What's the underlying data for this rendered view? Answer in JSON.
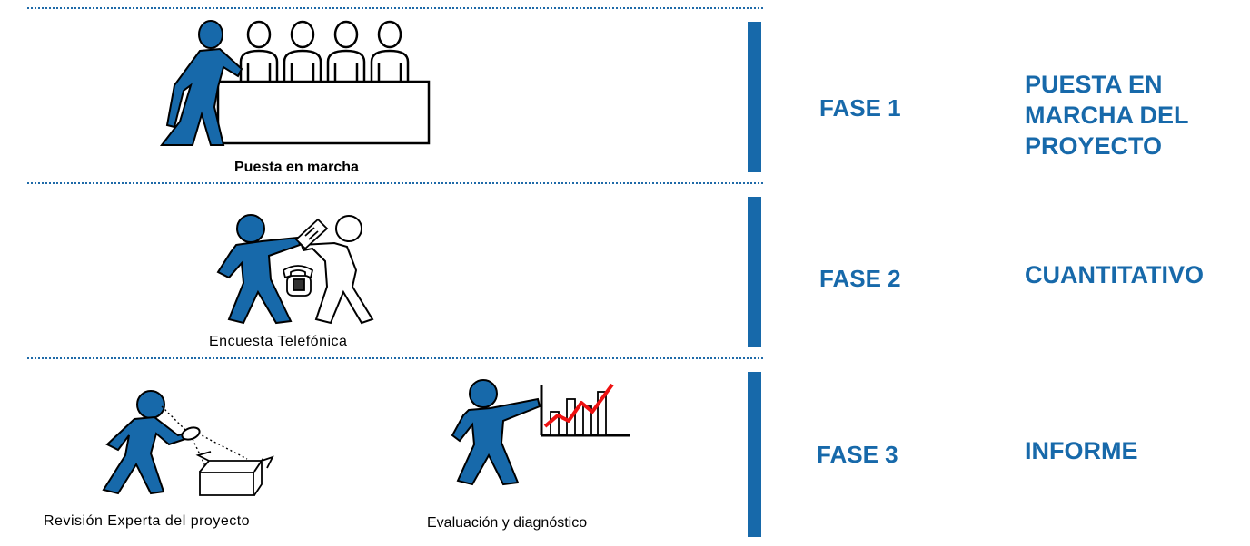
{
  "phases": [
    {
      "phase_label": "FASE 1",
      "title_lines": [
        "PUESTA EN",
        "MARCHA DEL",
        "PROYECTO"
      ],
      "captions": [
        "Puesta en marcha"
      ],
      "icons": [
        "meeting-table-icon"
      ]
    },
    {
      "phase_label": "FASE 2",
      "title_lines": [
        "CUANTITATIVO"
      ],
      "captions": [
        "Encuesta Telefónica"
      ],
      "icons": [
        "telephone-survey-icon"
      ]
    },
    {
      "phase_label": "FASE 3",
      "title_lines": [
        "INFORME"
      ],
      "captions": [
        "Revisión Experta del proyecto",
        "Evaluación y diagnóstico"
      ],
      "icons": [
        "expert-review-icon",
        "evaluation-chart-icon"
      ]
    }
  ],
  "colors": {
    "accent": "#1769aa",
    "chart_line": "#ee1111",
    "text": "#000000",
    "background": "#ffffff"
  }
}
